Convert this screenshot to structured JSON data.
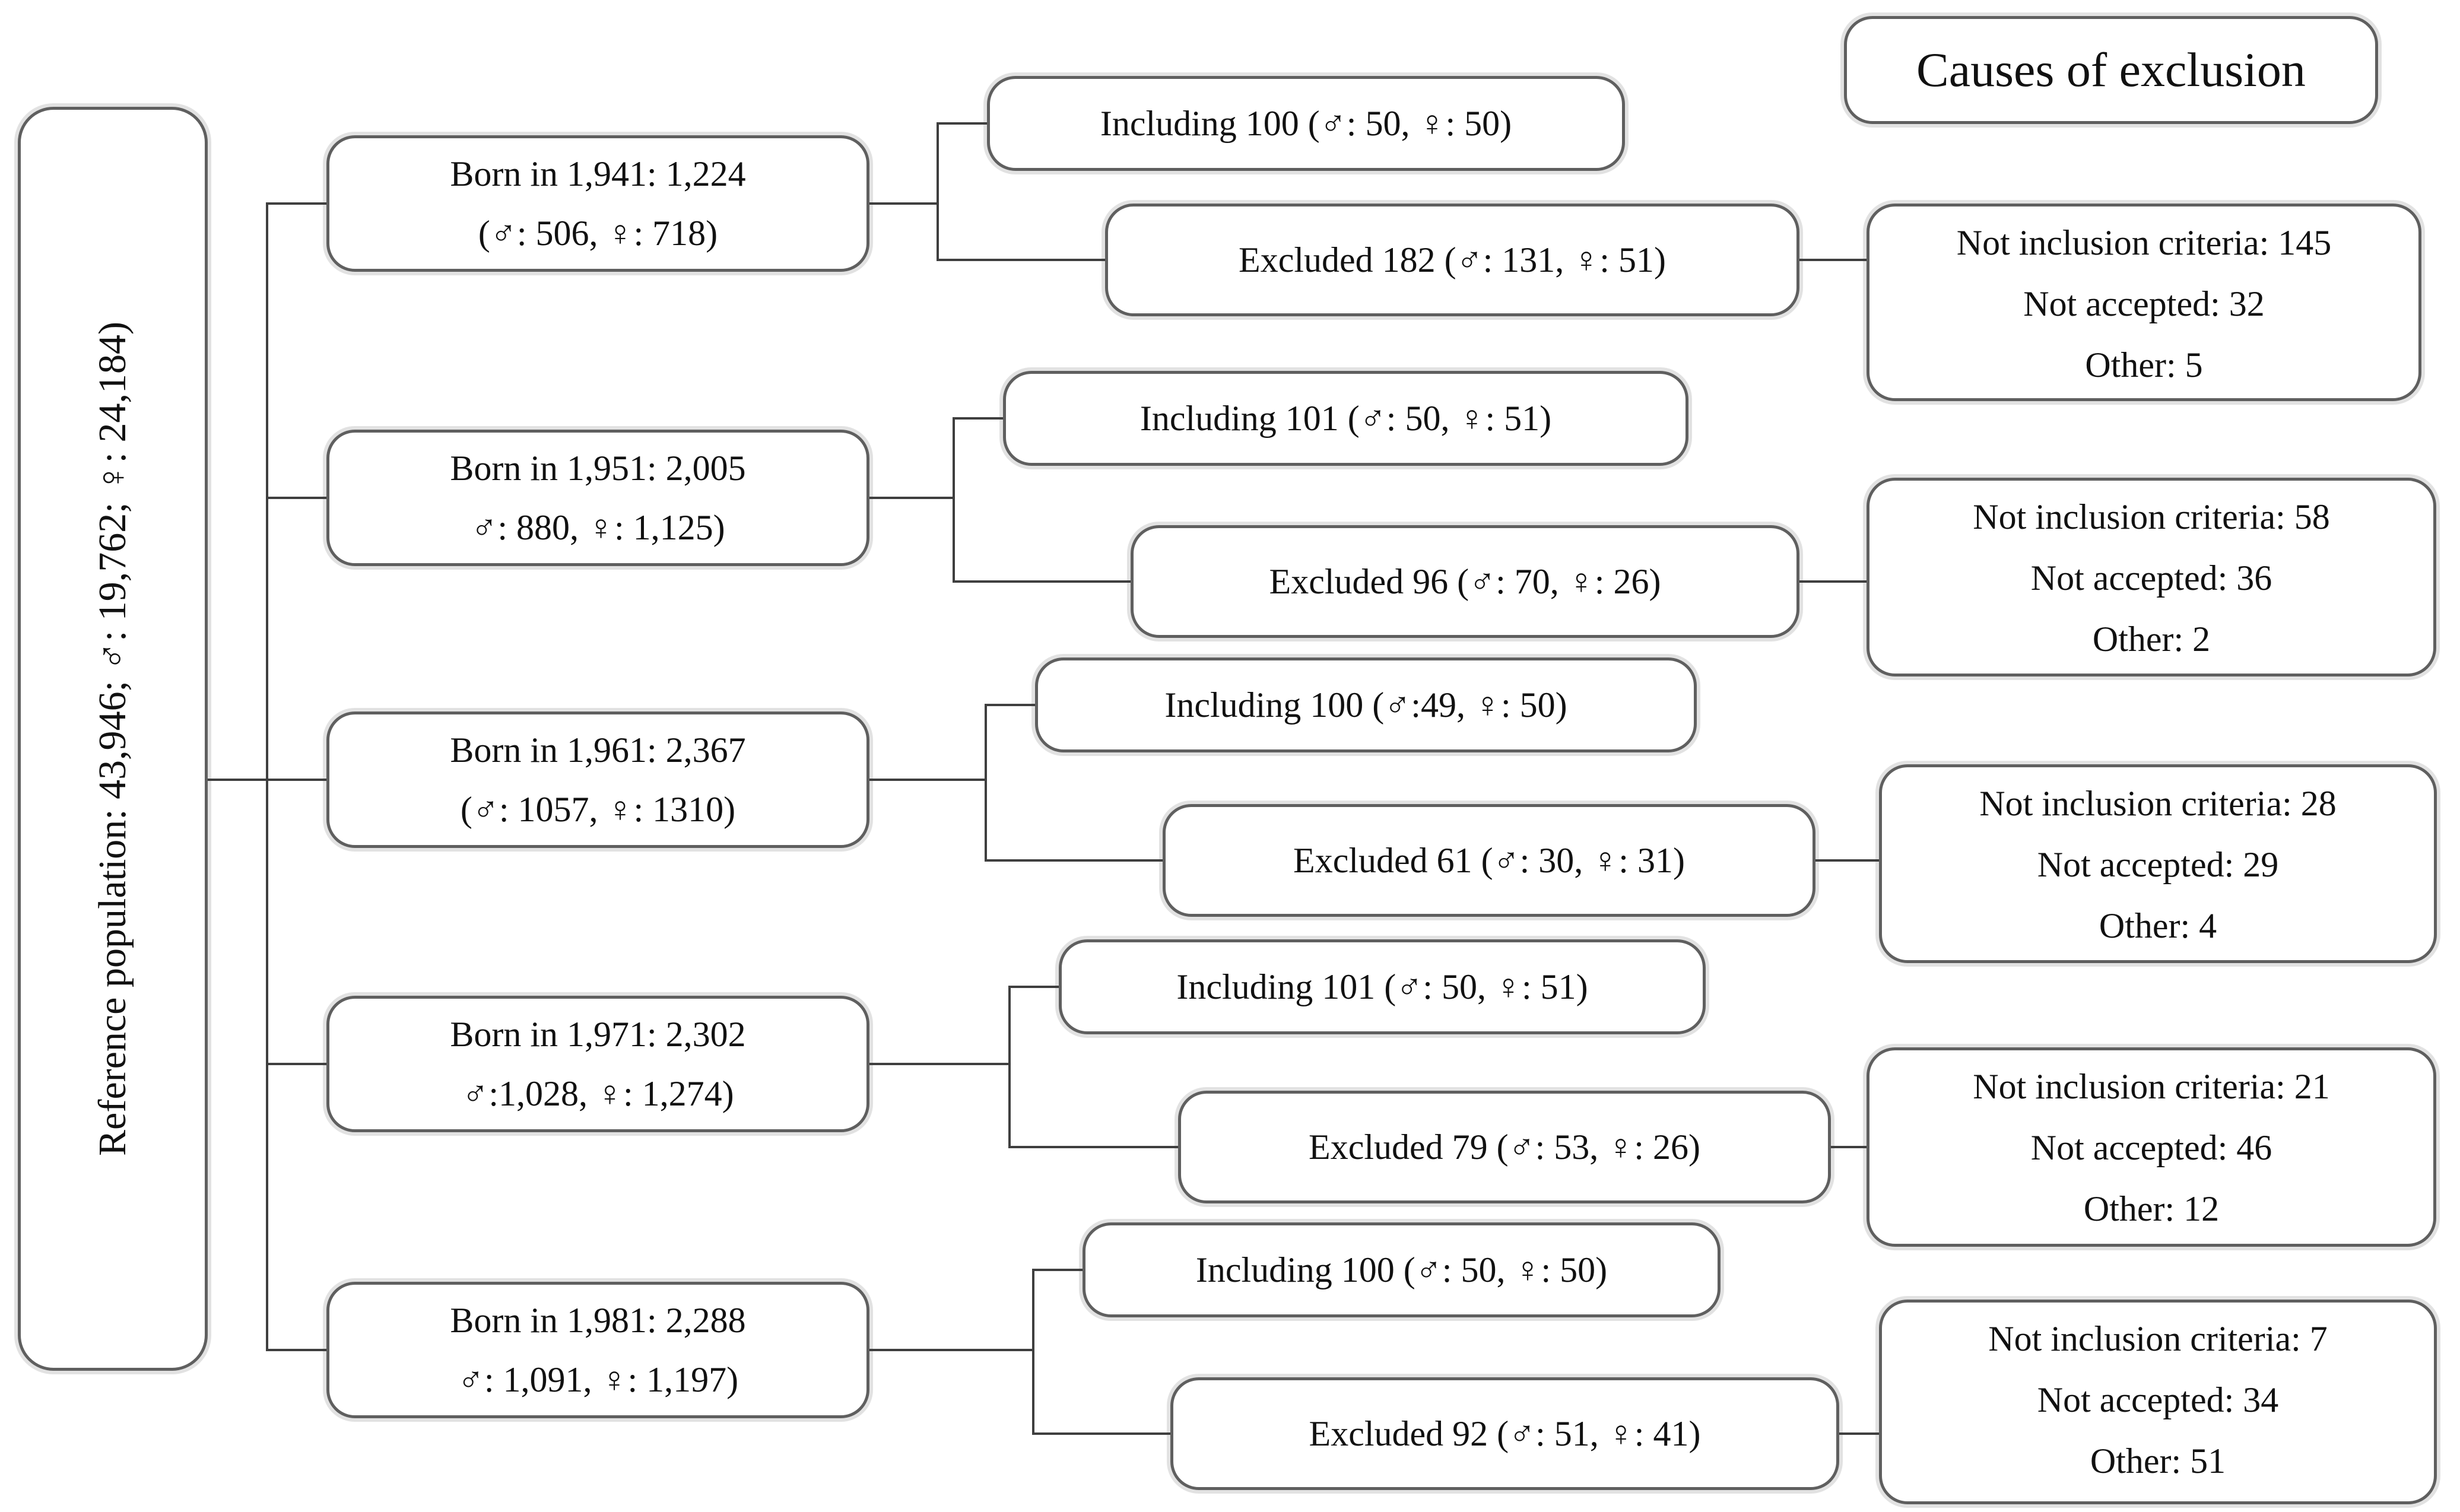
{
  "figure": {
    "causes_title": "Causes of exclusion",
    "reference_label": "Reference population: 43,946; ♂: 19,762; ♀: 24,184)"
  },
  "cohorts": [
    {
      "year": "1941",
      "born_line1": "Born in 1,941: 1,224",
      "born_line2": "(♂: 506, ♀: 718)",
      "including": "Including 100 (♂: 50, ♀: 50)",
      "excluded": "Excluded 182 (♂: 131, ♀: 51)",
      "causes": [
        "Not inclusion criteria: 145",
        "Not accepted: 32",
        "Other: 5"
      ]
    },
    {
      "year": "1951",
      "born_line1": "Born in 1,951: 2,005",
      "born_line2": "♂: 880, ♀: 1,125)",
      "including": "Including 101 (♂: 50, ♀: 51)",
      "excluded": "Excluded 96 (♂: 70, ♀: 26)",
      "causes": [
        "Not inclusion criteria: 58",
        "Not accepted: 36",
        "Other: 2"
      ]
    },
    {
      "year": "1961",
      "born_line1": "Born in 1,961: 2,367",
      "born_line2": "(♂: 1057, ♀: 1310)",
      "including": "Including 100 (♂:49, ♀: 50)",
      "excluded": "Excluded 61 (♂: 30, ♀: 31)",
      "causes": [
        "Not inclusion criteria: 28",
        "Not accepted: 29",
        "Other: 4"
      ]
    },
    {
      "year": "1971",
      "born_line1": "Born in 1,971: 2,302",
      "born_line2": "♂:1,028, ♀: 1,274)",
      "including": "Including 101 (♂: 50, ♀: 51)",
      "excluded": "Excluded 79 (♂: 53, ♀: 26)",
      "causes": [
        "Not inclusion criteria: 21",
        "Not accepted: 46",
        "Other: 12"
      ]
    },
    {
      "year": "1981",
      "born_line1": "Born in 1,981: 2,288",
      "born_line2": "♂: 1,091, ♀: 1,197)",
      "including": "Including 100 (♂: 50, ♀: 50)",
      "excluded": "Excluded 92 (♂: 51, ♀: 41)",
      "causes": [
        "Not inclusion criteria: 7",
        "Not accepted: 34",
        "Other: 51"
      ]
    }
  ],
  "colors": {
    "background": "#ffffff",
    "box_border": "#5f5f5f",
    "connector_line": "#3f3f3f",
    "text": "#111111"
  }
}
